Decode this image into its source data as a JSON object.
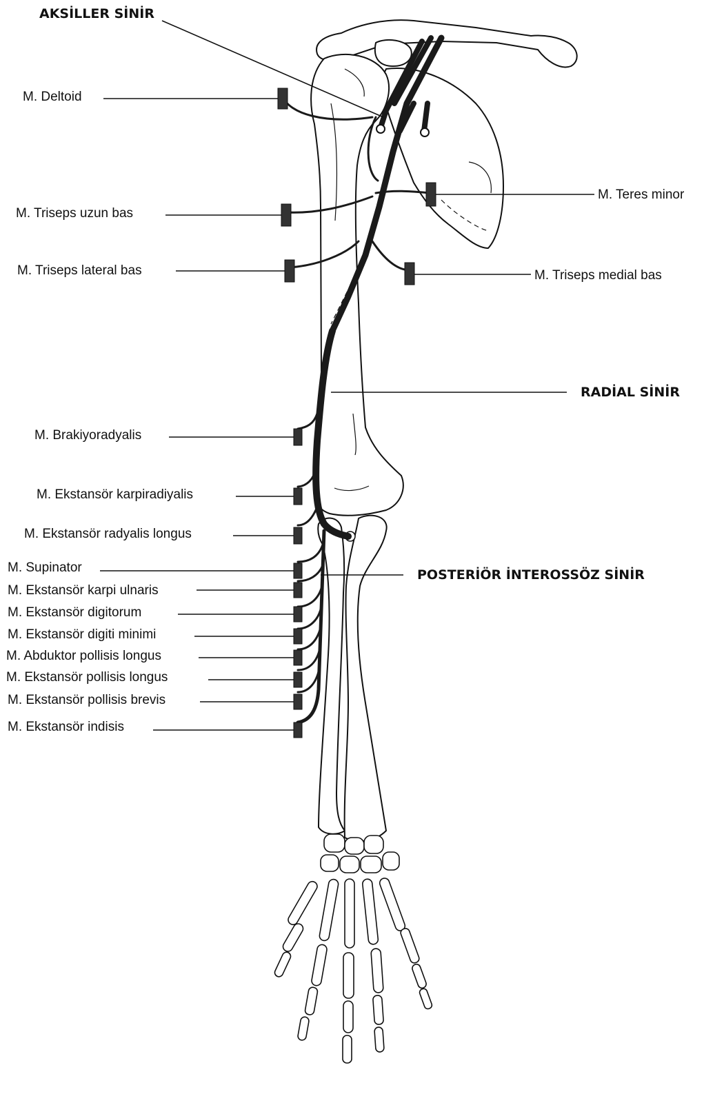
{
  "nerves": {
    "axillary": "AKSİLLER SİNİR",
    "radial": "RADİAL SİNİR",
    "posterior_interosseous": "POSTERİÖR İNTEROSSÖZ SİNİR"
  },
  "muscles": {
    "deltoid": "M. Deltoid",
    "teres_minor": "M. Teres minor",
    "triceps_long": "M. Triseps uzun bas",
    "triceps_lateral": "M. Triseps lateral bas",
    "triceps_medial": "M. Triseps medial bas",
    "brachioradialis": "M. Brakiyoradyalis",
    "ext_carpi_radialis": "M. Ekstansör karpiradiyalis",
    "ext_radialis_longus": "M. Ekstansör radyalis longus",
    "supinator": "M. Supinator",
    "ext_carpi_ulnaris": "M. Ekstansör karpi ulnaris",
    "ext_digitorum": "M. Ekstansör digitorum",
    "ext_digiti_minimi": "M. Ekstansör digiti minimi",
    "abd_pollicis_longus": "M. Abduktor pollisis longus",
    "ext_pollicis_longus": "M. Ekstansör pollisis longus",
    "ext_pollicis_brevis": "M. Ekstansör pollisis brevis",
    "ext_indicis": "M. Ekstansör indisis"
  }
}
